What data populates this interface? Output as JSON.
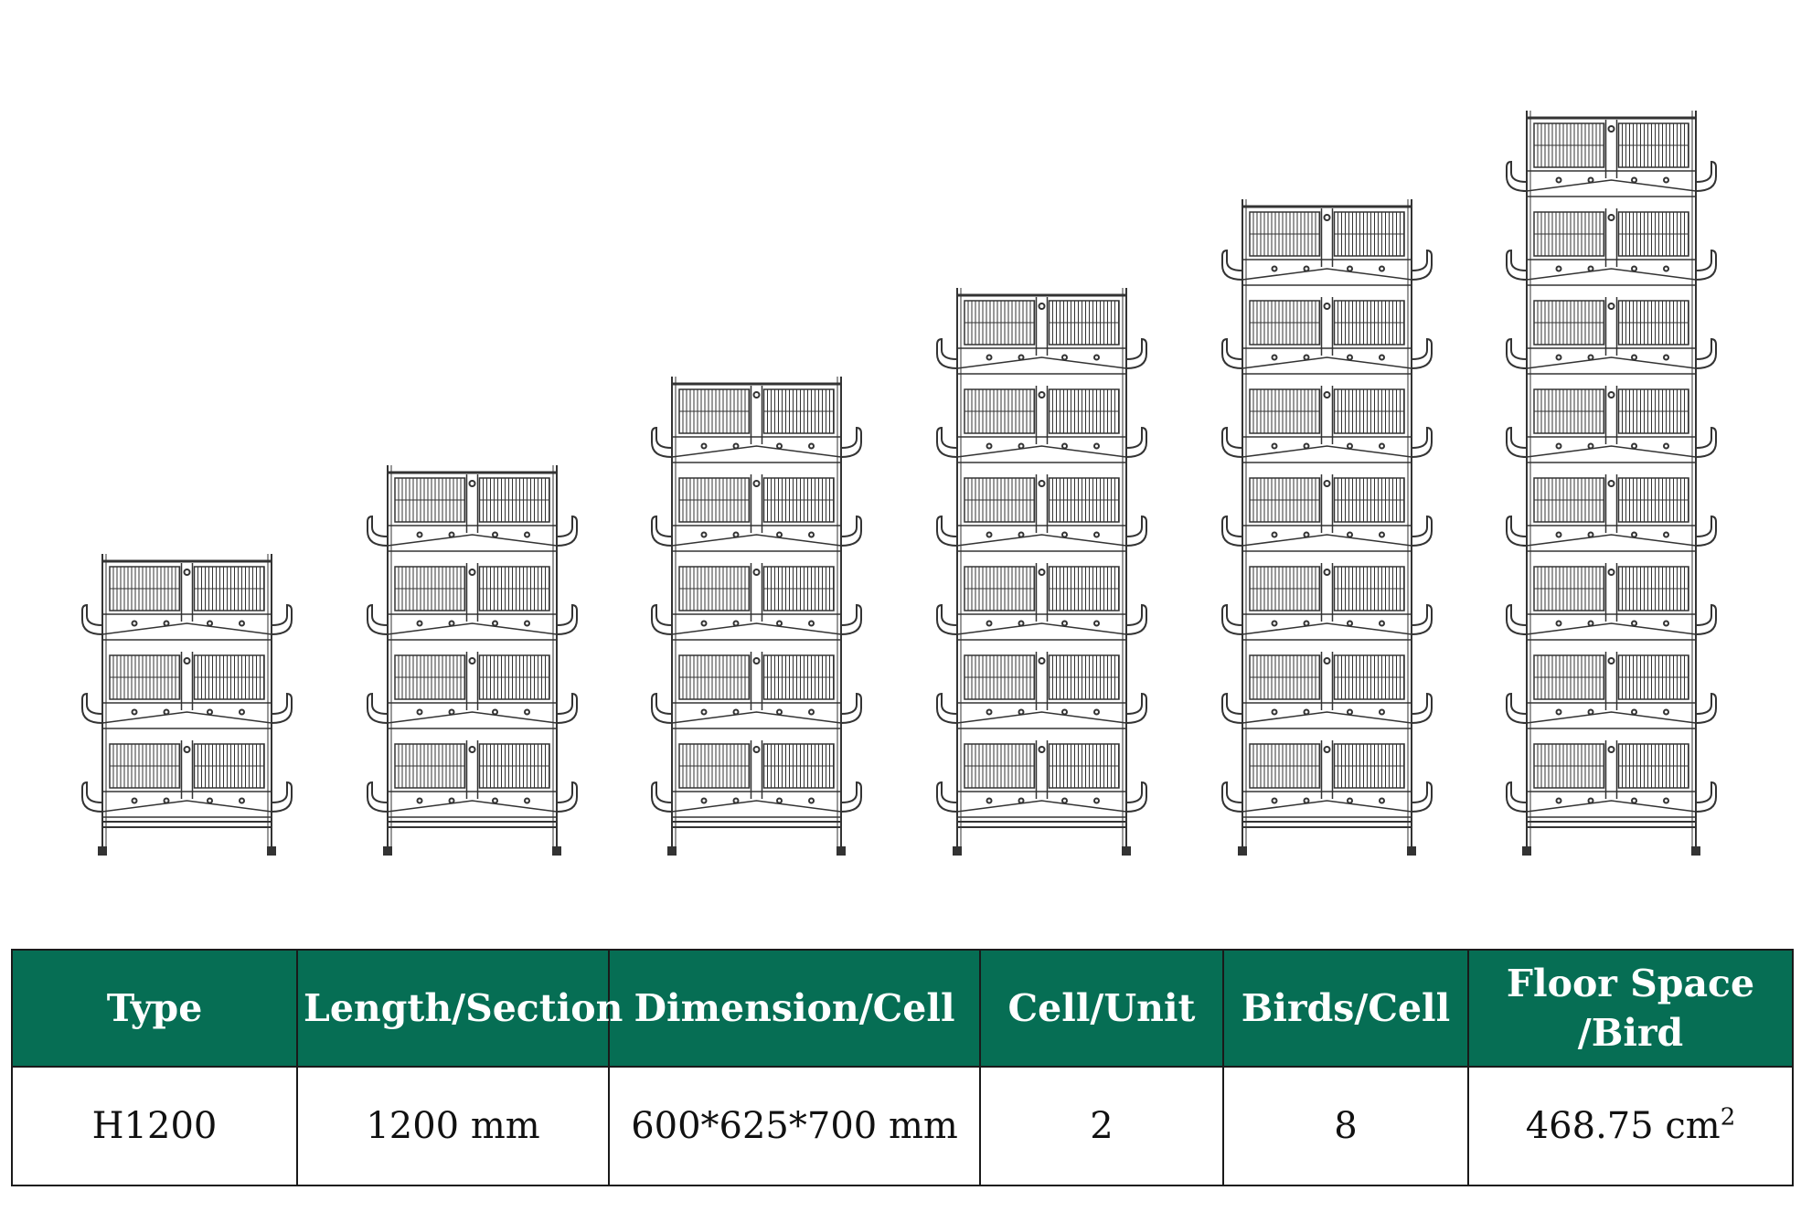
{
  "figure": {
    "racks": [
      {
        "tiers": 3
      },
      {
        "tiers": 4
      },
      {
        "tiers": 5
      },
      {
        "tiers": 6
      },
      {
        "tiers": 7
      },
      {
        "tiers": 8
      }
    ]
  },
  "table": {
    "headers": {
      "type": "Type",
      "length": "Length/Section",
      "dimension": "Dimension/Cell",
      "cell_unit": "Cell/Unit",
      "birds_cell": "Birds/Cell",
      "floor_space_line1": "Floor Space",
      "floor_space_line2": "/Bird"
    },
    "row": {
      "type": "H1200",
      "length": "1200 mm",
      "dimension": "600*625*700 mm",
      "cell_unit": "2",
      "birds_cell": "8",
      "floor_space_value": "468.75 cm",
      "floor_space_sup": "2"
    }
  },
  "colors": {
    "header_bg": "#066e54",
    "header_text": "#ffffff",
    "line": "#333333"
  }
}
